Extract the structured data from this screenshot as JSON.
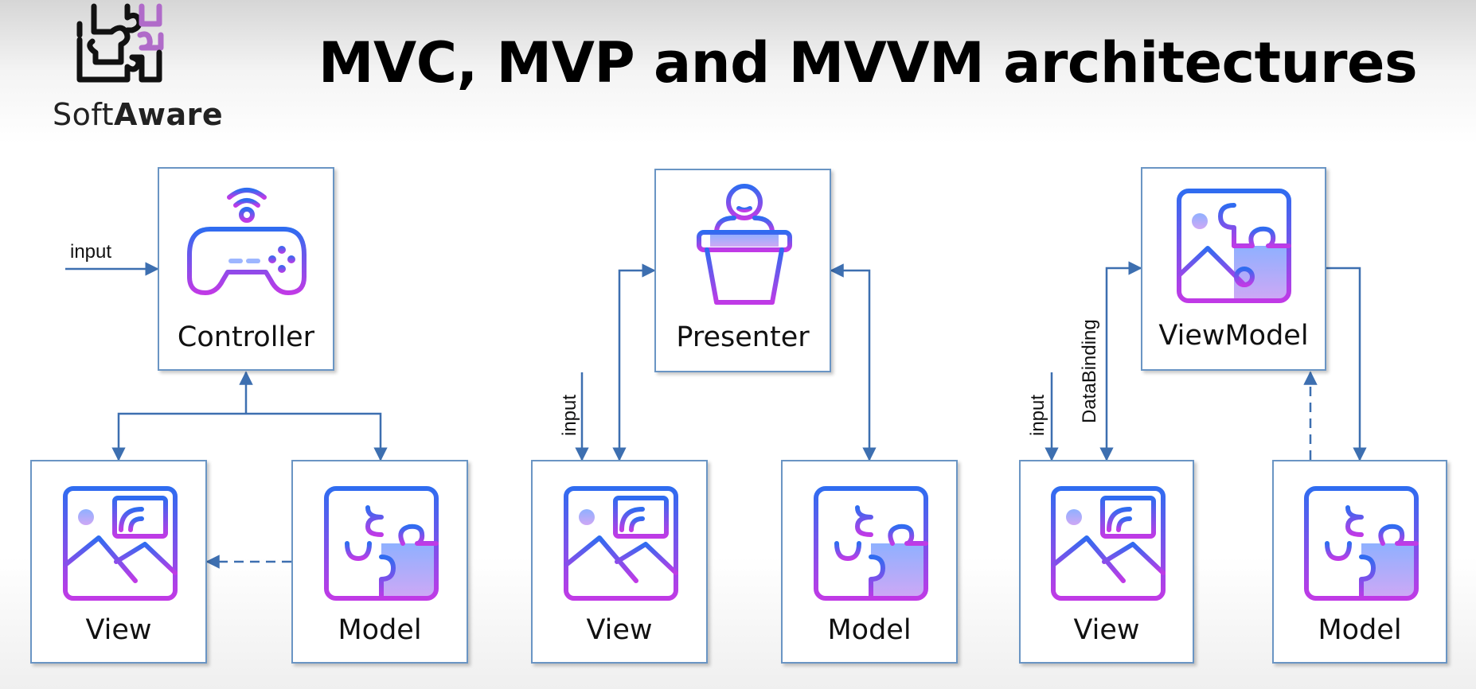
{
  "header": {
    "logo_prefix": "Soft",
    "logo_bold": "Aware",
    "title": "MVC, MVP and MVVM architectures"
  },
  "mvc": {
    "controller_label": "Controller",
    "view_label": "View",
    "model_label": "Model",
    "input_label": "input"
  },
  "mvp": {
    "presenter_label": "Presenter",
    "view_label": "View",
    "model_label": "Model",
    "input_label": "input"
  },
  "mvvm": {
    "viewmodel_label": "ViewModel",
    "view_label": "View",
    "model_label": "Model",
    "input_label": "input",
    "databinding_label": "DataBinding"
  },
  "colors": {
    "box_border": "#6a95c4",
    "arrow": "#3d6fb0",
    "icon_blue": "#3b5bf0",
    "icon_purple": "#b23be8"
  }
}
